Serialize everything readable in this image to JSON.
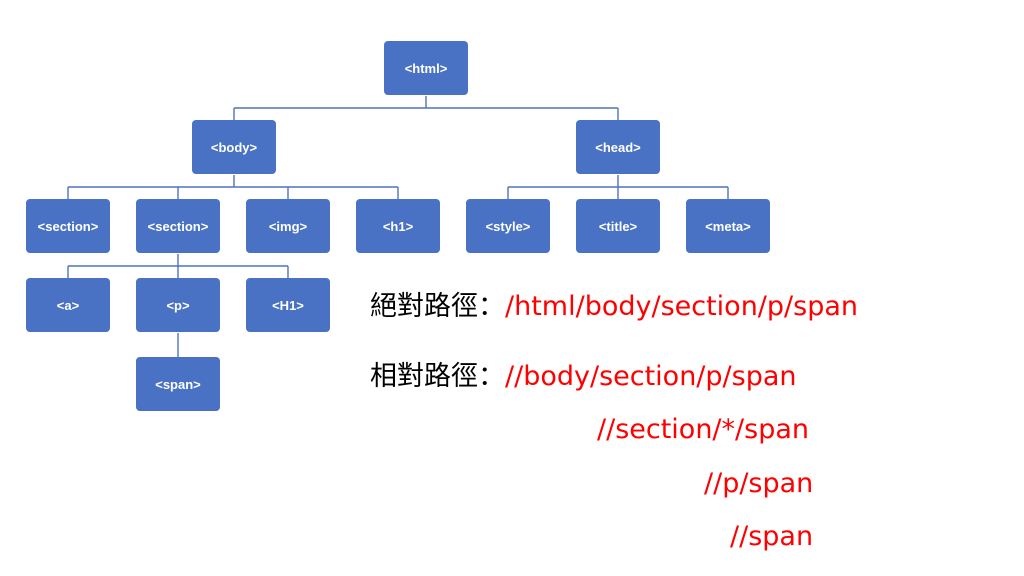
{
  "tree": {
    "html": "<html>",
    "body": "<body>",
    "head": "<head>",
    "section1": "<section>",
    "section2": "<section>",
    "img": "<img>",
    "h1": "<h1>",
    "style": "<style>",
    "title": "<title>",
    "meta": "<meta>",
    "a": "<a>",
    "p": "<p>",
    "H1": "<H1>",
    "span": "<span>"
  },
  "absolute_path": {
    "label": "絕對路徑：",
    "value": "/html/body/section/p/span"
  },
  "relative_path": {
    "label": "相對路徑：",
    "values": [
      "//body/section/p/span",
      "//section/*/span",
      "//p/span",
      "//span"
    ]
  },
  "colors": {
    "node_fill": "#4a72c4",
    "connector": "#4f73c2",
    "path_value": "#ff0000",
    "path_label": "#000000"
  }
}
